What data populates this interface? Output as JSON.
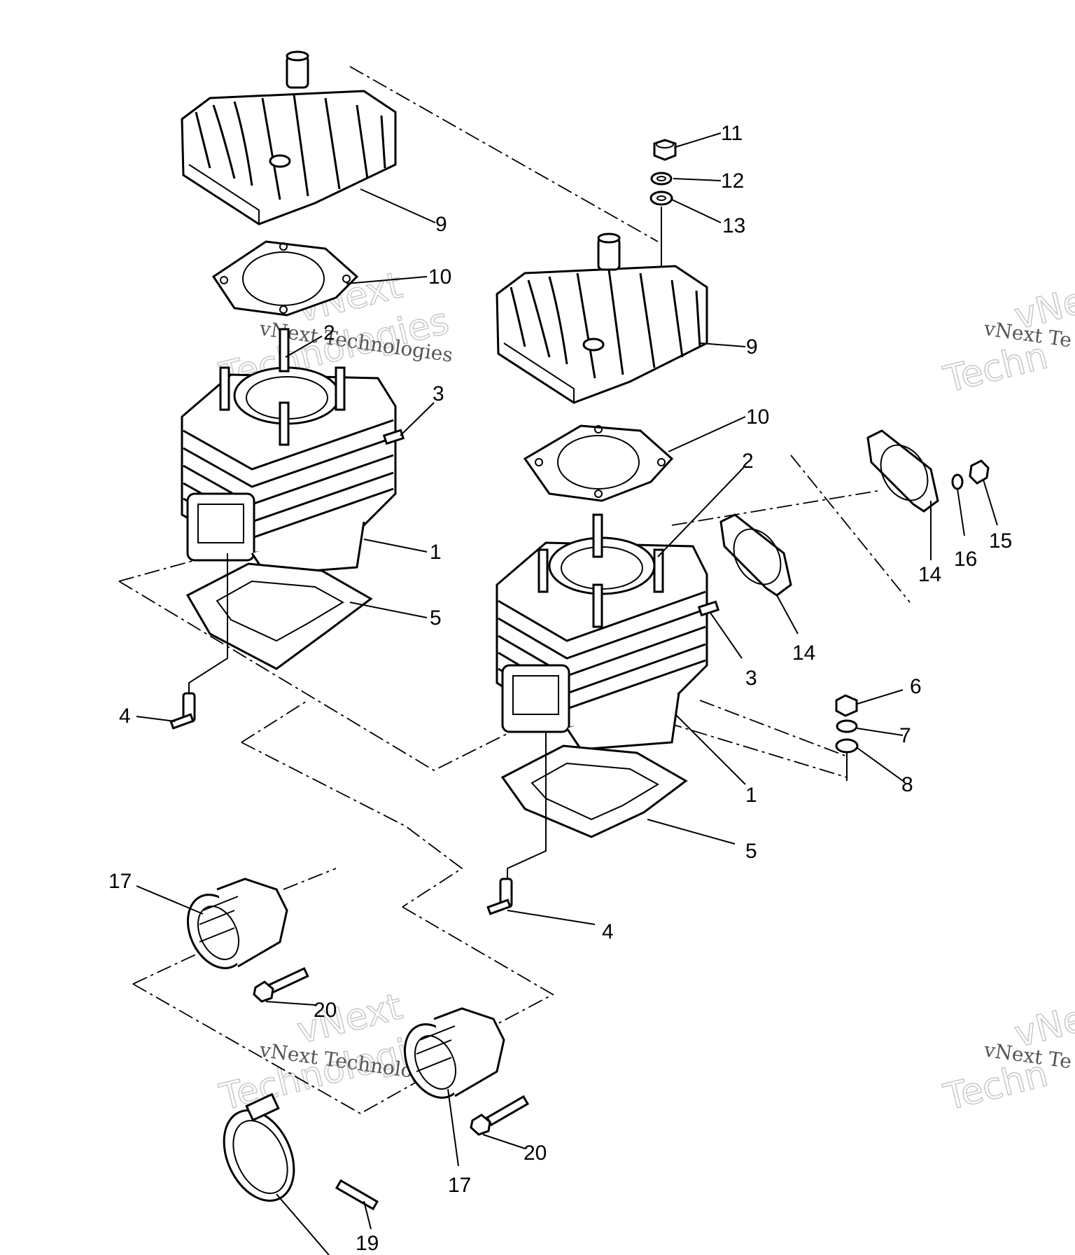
{
  "callouts": [
    {
      "id": "c9a",
      "text": "9"
    },
    {
      "id": "c10a",
      "text": "10"
    },
    {
      "id": "c2a",
      "text": "2"
    },
    {
      "id": "c3a",
      "text": "3"
    },
    {
      "id": "c1a",
      "text": "1"
    },
    {
      "id": "c5a",
      "text": "5"
    },
    {
      "id": "c4a",
      "text": "4"
    },
    {
      "id": "c11",
      "text": "11"
    },
    {
      "id": "c12",
      "text": "12"
    },
    {
      "id": "c13",
      "text": "13"
    },
    {
      "id": "c9b",
      "text": "9"
    },
    {
      "id": "c10b",
      "text": "10"
    },
    {
      "id": "c2b",
      "text": "2"
    },
    {
      "id": "c14a",
      "text": "14"
    },
    {
      "id": "c14b",
      "text": "14"
    },
    {
      "id": "c16",
      "text": "16"
    },
    {
      "id": "c15",
      "text": "15"
    },
    {
      "id": "c3b",
      "text": "3"
    },
    {
      "id": "c6",
      "text": "6"
    },
    {
      "id": "c7",
      "text": "7"
    },
    {
      "id": "c8",
      "text": "8"
    },
    {
      "id": "c1b",
      "text": "1"
    },
    {
      "id": "c5b",
      "text": "5"
    },
    {
      "id": "c4b",
      "text": "4"
    },
    {
      "id": "c17a",
      "text": "17"
    },
    {
      "id": "c20a",
      "text": "20"
    },
    {
      "id": "c20b",
      "text": "20"
    },
    {
      "id": "c17b",
      "text": "17"
    },
    {
      "id": "c19",
      "text": "19"
    }
  ],
  "watermark": {
    "brand_line1": "vNext",
    "brand_line2": "Technologies",
    "caption": "vNext Technologies",
    "brand_line1_cut": "vNe",
    "brand_line2_cut": "Techn",
    "caption_cut": "vNext Te"
  }
}
